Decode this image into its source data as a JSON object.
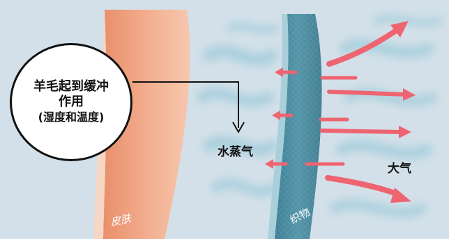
{
  "callout": {
    "line1": "羊毛起到缓冲",
    "line2": "作用",
    "line3": "(湿度和温度)"
  },
  "labels": {
    "vapor": "水蒸气",
    "atmosphere": "大气",
    "skin": "皮肤",
    "fabric": "织物"
  },
  "colors": {
    "background": "#d3e0e9",
    "skin": "#f0a888",
    "fabric": "#4f8fa3",
    "arrow": "#ee6470",
    "vapor_haze": "#9ccbd9"
  }
}
